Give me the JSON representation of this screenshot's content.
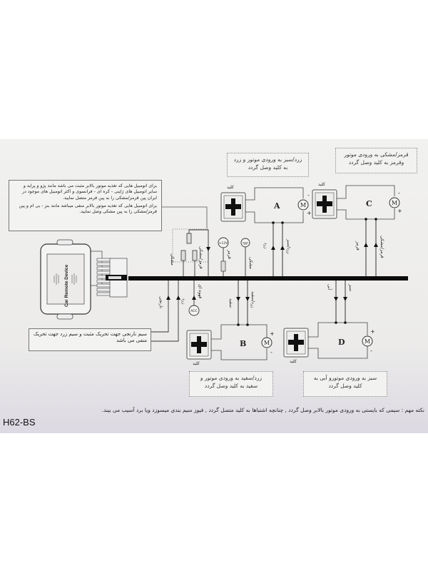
{
  "document": {
    "model_code": "H62-BS",
    "device_label": "Car Remote Device",
    "footer_note": "نکته مهم : سیمی که بایستی به ورودی موتور بالابر وصل گردد , چنانچه اشتباها به کلید متصل گردد , فیوز سیم بندی میسوزد ویا برد آسیب می بیند.",
    "top_left_note": {
      "para1": "برای اتومبیل هایی که تغذیه موتور بالابر مثبت می باشد مانند پژو و پراید و سایر اتومبیل های ژاپنی - کره ای - فرانسوی و اکثر اتومبیل های موجود در ایران پین قرمز/مشکی را به پین قرمز متصل نمایید.",
      "para2": "برای اتومبیل هایی که تغذیه موتور بالابر منفی میباشد مانند بنز - بی ام و پین قرمز/مشکی را به پین مشکی وصل نمایید."
    },
    "bottom_left_note": "سیم نارنجی جهت تحریک مثبت و سیم زرد جهت تحریک منفی می باشد",
    "motor_notes": {
      "A": "زرد/سبز به ورودی موتور و زرد به کلید وصل گردد",
      "C": "قرمز/مشکی به ورودی موتور وقرمز به کلید وصل گردد",
      "B": "زرد/سفید به ورودی موتور و سفید به کلید وصل گردد",
      "D": "سبز به ورودی موتورو آبی به کلید وصل گردد"
    },
    "switch_label": "کلید",
    "motors": [
      {
        "id": "A",
        "symbol": "M",
        "plus": "+",
        "minus": "-"
      },
      {
        "id": "B",
        "symbol": "M",
        "plus": "+",
        "minus": "-"
      },
      {
        "id": "C",
        "symbol": "M",
        "plus": "+",
        "minus": "-"
      },
      {
        "id": "D",
        "symbol": "M",
        "plus": "+",
        "minus": "-"
      }
    ],
    "wires_top": [
      {
        "label": "مشکی",
        "pos": "fuse-left"
      },
      {
        "label": "قرمز/مشکی",
        "pos": "fuse-right"
      },
      {
        "label": "قرمز",
        "pos": "12v"
      },
      {
        "label": "مشکی",
        "pos": "ground"
      },
      {
        "label": "زرد",
        "pos": "A-switch"
      },
      {
        "label": "زرد/سبز",
        "pos": "A-motor"
      },
      {
        "label": "قرمز",
        "pos": "C-switch"
      },
      {
        "label": "قرمز/مشکی",
        "pos": "C-motor"
      }
    ],
    "wires_bottom": [
      {
        "label": "نارنجی",
        "sign": "+"
      },
      {
        "label": "زرد",
        "sign": "-"
      },
      {
        "label": "قهوه ای",
        "sign": "+"
      },
      {
        "label": "سفید",
        "pos": "B-switch"
      },
      {
        "label": "زرد/سفید",
        "pos": "B-motor"
      },
      {
        "label": "آبی",
        "pos": "D-switch"
      },
      {
        "label": "سبز",
        "pos": "D-motor"
      }
    ],
    "power_labels": {
      "v12": "+12V",
      "acc": "ACC",
      "fuse_minus": "-",
      "fuse_plus": "+"
    }
  }
}
